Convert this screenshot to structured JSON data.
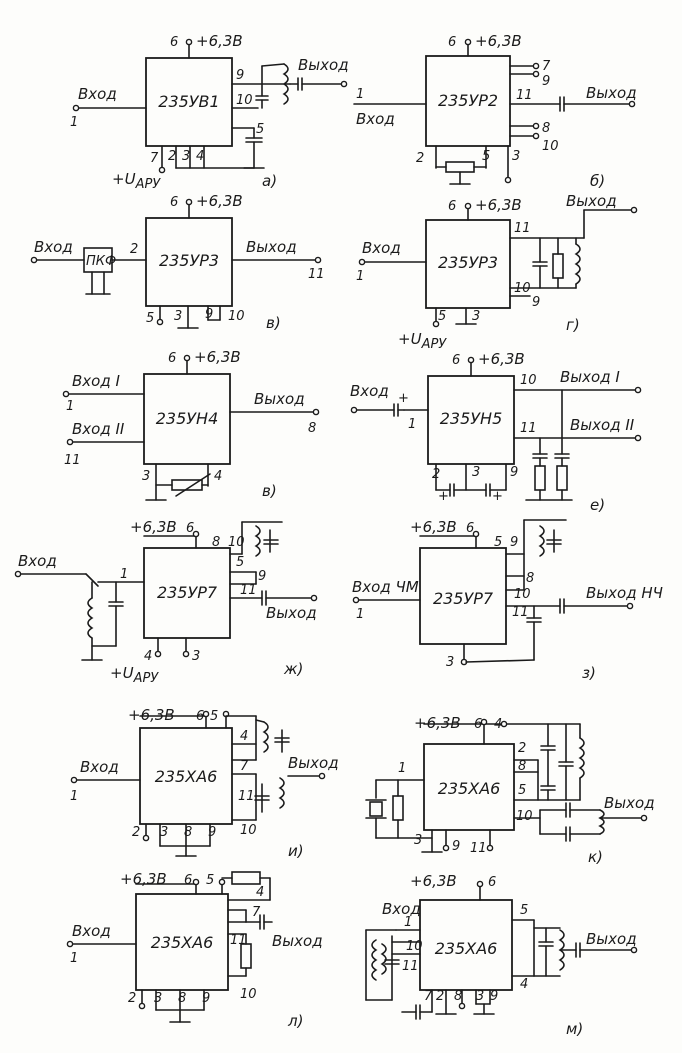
{
  "supply": "+6,3В",
  "diagrams": [
    {
      "id": "a",
      "caption": "а)",
      "chip": "235УВ1",
      "input": "Вход",
      "output": "Выход",
      "agc": "+U",
      "agc_sub": "АРУ"
    },
    {
      "id": "b",
      "caption": "б)",
      "chip": "235УР2",
      "input": "Вход",
      "output": "Выход"
    },
    {
      "id": "v1",
      "caption": "в)",
      "chip": "235УР3",
      "input": "Вход",
      "output": "Выход",
      "filter": "ПКФ"
    },
    {
      "id": "g",
      "caption": "г)",
      "chip": "235УР3",
      "input": "Вход",
      "output": "Выход",
      "agc": "+U",
      "agc_sub": "АРУ"
    },
    {
      "id": "v2",
      "caption": "в)",
      "chip": "235УН4",
      "input": "Вход I",
      "input2": "Вход II",
      "output": "Выход"
    },
    {
      "id": "e",
      "caption": "е)",
      "chip": "235УН5",
      "input": "Вход",
      "output": "Выход I",
      "output2": "Выход II"
    },
    {
      "id": "zh",
      "caption": "ж)",
      "chip": "235УР7",
      "input": "Вход",
      "output": "Выход",
      "agc": "+U",
      "agc_sub": "АРУ"
    },
    {
      "id": "z",
      "caption": "з)",
      "chip": "235УР7",
      "input": "Вход ЧМ",
      "output": "Выход НЧ"
    },
    {
      "id": "i",
      "caption": "и)",
      "chip": "235ХА6",
      "input": "Вход",
      "output": "Выход"
    },
    {
      "id": "k",
      "caption": "к)",
      "chip": "235ХА6",
      "output": "Выход"
    },
    {
      "id": "l",
      "caption": "л)",
      "chip": "235ХА6",
      "input": "Вход",
      "output": "Выход"
    },
    {
      "id": "m",
      "caption": "м)",
      "chip": "235ХА6",
      "input": "Вход",
      "output": "Выход"
    }
  ]
}
